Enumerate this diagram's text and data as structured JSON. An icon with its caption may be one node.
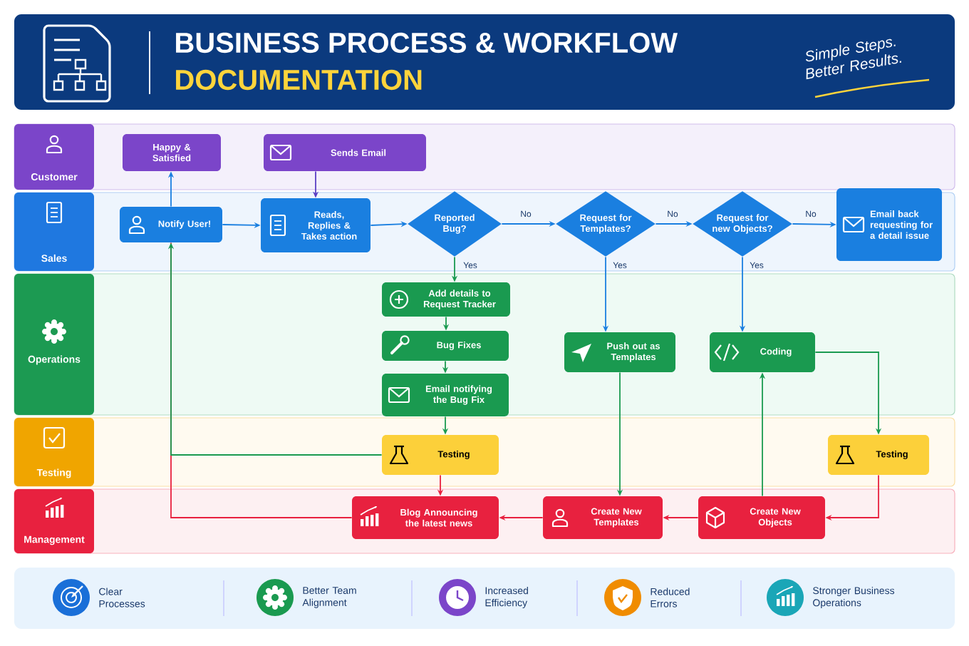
{
  "diagram": {
    "title": "BUSINESS PROCESS & WORKFLOW",
    "nodes": [
      {
        "text": [
          "Customer"
        ]
      },
      {
        "text": [
          "Happy & Satisfied"
        ],
        "in": 0
      },
      {
        "text": [
          "Sends Email"
        ],
        "in": 0
      },
      {
        "text": [
          "Sales"
        ]
      },
      {
        "text": [
          "Notify User!"
        ],
        "in": 3
      },
      {
        "text": [
          "Reads, Replies & Takes action"
        ],
        "in": 3
      },
      {
        "text": [
          "Reported Bug?"
        ],
        "in": 3
      },
      {
        "text": [
          "Request for Templates?"
        ],
        "in": 3
      },
      {
        "text": [
          "Request for new Objects?"
        ],
        "in": 3
      },
      {
        "text": [
          "Email back requesting for a detail issue"
        ],
        "in": 3
      },
      {
        "text": [
          "Operations"
        ]
      },
      {
        "text": [
          "Add details to Request Tracker"
        ],
        "in": 10
      },
      {
        "text": [
          "Bug Fixes"
        ],
        "in": 10
      },
      {
        "text": [
          "Email notifying the Bug Fix"
        ],
        "in": 10
      },
      {
        "text": [
          "Push out as Templates"
        ],
        "in": 10
      },
      {
        "text": [
          "Coding"
        ],
        "in": 10
      },
      {
        "text": [
          "Testing"
        ]
      },
      {
        "text": [
          "Testing"
        ],
        "in": 16
      },
      {
        "text": [
          "Testing"
        ],
        "in": 16
      },
      {
        "text": [
          "Management"
        ]
      },
      {
        "text": [
          "Blog Announcing the latest news"
        ],
        "in": 19
      },
      {
        "text": [
          "Create New Templates"
        ],
        "in": 19
      },
      {
        "text": [
          "Create New Objects"
        ],
        "in": 19
      }
    ],
    "edges": [
      {
        "from": 4,
        "to": 1,
        "arrow": "to"
      },
      {
        "from": 2,
        "to": 5,
        "arrow": "to",
        "color": "#5b3fc4"
      },
      {
        "from": 4,
        "to": 5,
        "arrow": "to"
      },
      {
        "from": 5,
        "to": 6,
        "arrow": "to"
      },
      {
        "from": 6,
        "to": 7,
        "arrow": "to",
        "label": "No"
      },
      {
        "from": 7,
        "to": 8,
        "arrow": "to",
        "label": "No"
      },
      {
        "from": 8,
        "to": 9,
        "arrow": "to",
        "label": "No"
      },
      {
        "from": 6,
        "to": 11,
        "arrow": "to",
        "label": "Yes",
        "color": "#1a9a50"
      },
      {
        "from": 11,
        "to": 12,
        "arrow": "to",
        "color": "#1a9a50"
      },
      {
        "from": 12,
        "to": 13,
        "arrow": "to",
        "color": "#1a9a50"
      },
      {
        "from": 13,
        "to": 17,
        "arrow": "to",
        "color": "#1a9a50"
      },
      {
        "from": 17,
        "to": 4,
        "arrow": "to",
        "color": "#1a9a50"
      },
      {
        "from": 20,
        "to": 4,
        "arrow": "none",
        "color": "#e8213f"
      },
      {
        "from": 17,
        "to": 20,
        "arrow": "to",
        "color": "#e8213f"
      },
      {
        "from": 7,
        "to": 14,
        "arrow": "to",
        "label": "Yes"
      },
      {
        "from": 8,
        "to": 15,
        "arrow": "to",
        "label": "Yes"
      },
      {
        "from": 14,
        "to": 21,
        "arrow": "to",
        "color": "#1a9a50"
      },
      {
        "from": 22,
        "to": 15,
        "arrow": "to",
        "color": "#1a9a50"
      },
      {
        "from": 15,
        "to": 18,
        "arrow": "to",
        "color": "#1a9a50"
      },
      {
        "from": 18,
        "to": 22,
        "arrow": "to",
        "color": "#e8213f"
      },
      {
        "from": 22,
        "to": 21,
        "arrow": "to",
        "color": "#e8213f"
      },
      {
        "from": 21,
        "to": 20,
        "arrow": "to",
        "color": "#e8213f"
      }
    ],
    "labels": [
      "DOCUMENTATION",
      "Simple Steps. Better Results.",
      "Clear Processes",
      "Better Team Alignment",
      "Increased Efficiency",
      "Reduced Errors",
      "Stronger Business Operations"
    ]
  }
}
